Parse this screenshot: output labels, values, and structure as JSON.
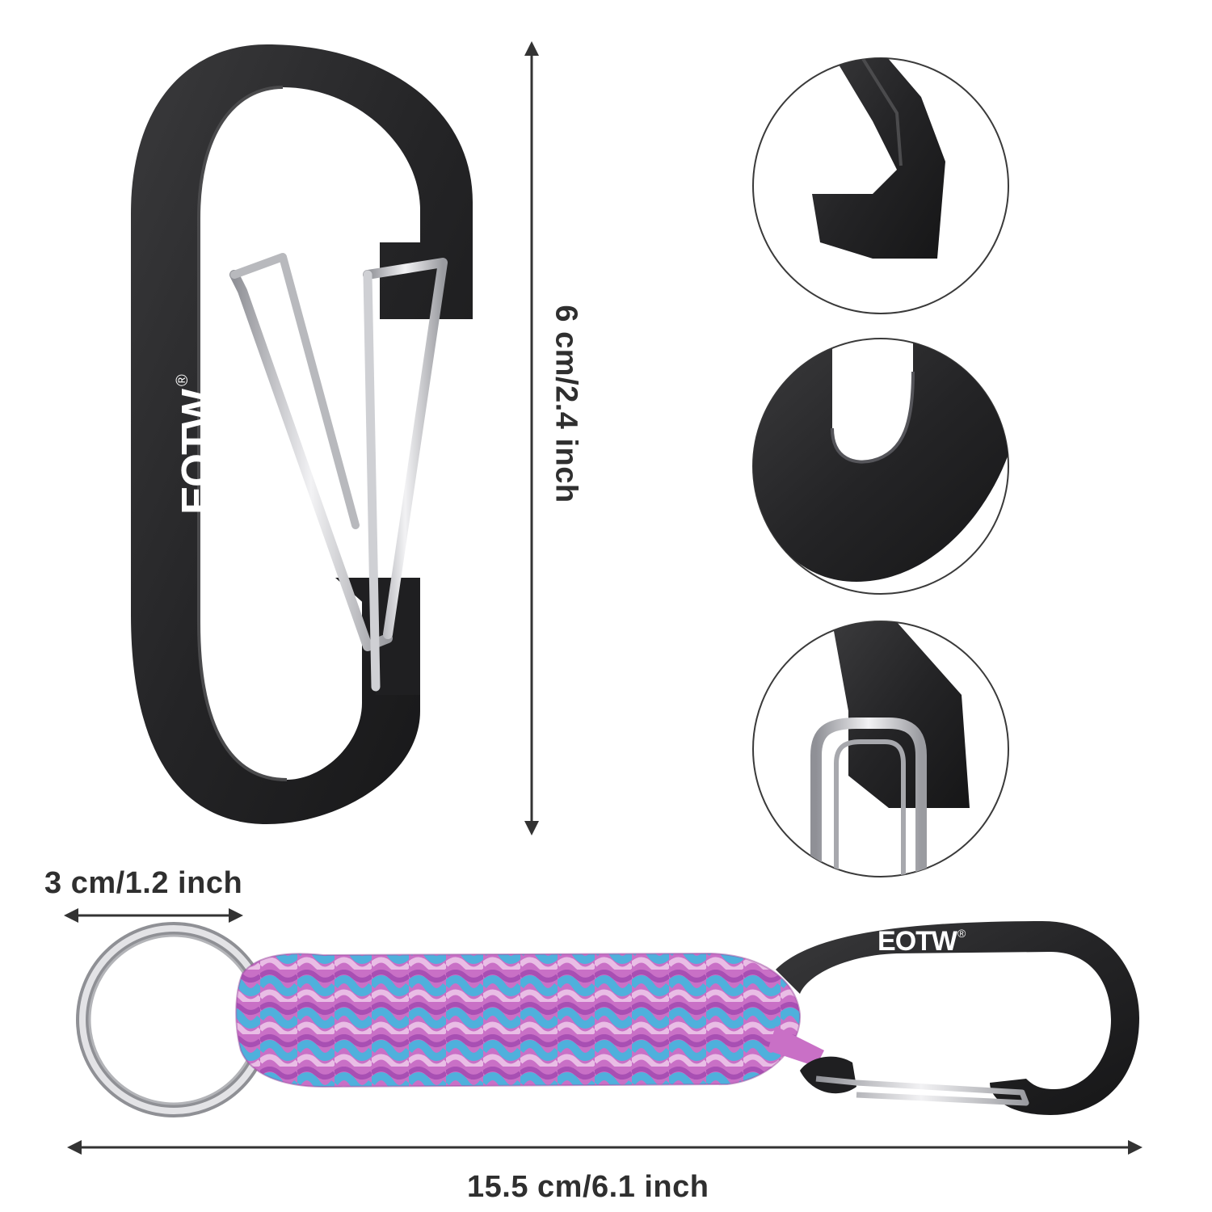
{
  "dimensions": {
    "height_label": "6 cm/2.4 inch",
    "width_label": "3 cm/1.2 inch",
    "length_label": "15.5 cm/6.1 inch"
  },
  "brand": {
    "logo_text": "EOTW",
    "registered_mark": "®"
  },
  "colors": {
    "background": "#ffffff",
    "carabiner_body": "#2b2b2d",
    "wire_gate": "#c9c9cc",
    "paracord_pink": "#c75bc9",
    "paracord_blue": "#4aa7d6",
    "paracord_light": "#e6b7e2",
    "arrow": "#333333",
    "circle_outline": "#3a3a3a"
  },
  "detail_views": [
    {
      "name": "hook-tip-detail"
    },
    {
      "name": "u-bend-detail"
    },
    {
      "name": "gate-hinge-detail"
    }
  ]
}
